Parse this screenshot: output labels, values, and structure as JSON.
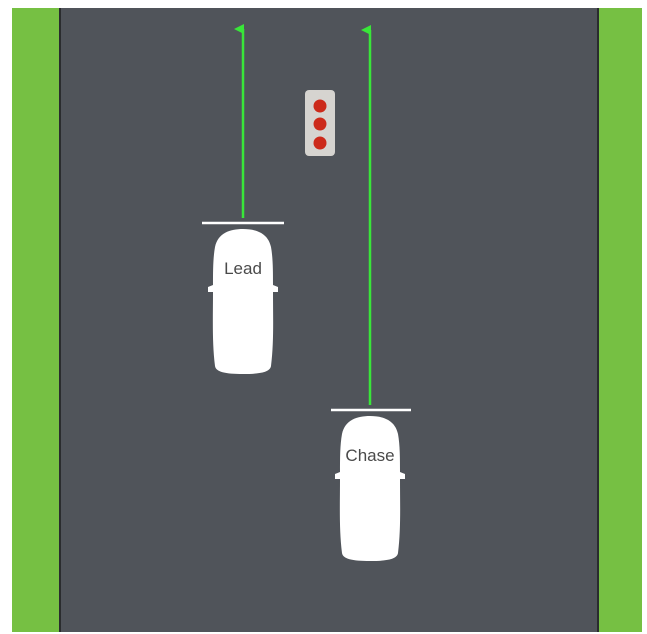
{
  "colors": {
    "grass": "#76c043",
    "road": "#50545a",
    "road_edge": "#2a2c2e",
    "car_body": "#ffffff",
    "arrow": "#39e639",
    "signal_housing": "#d6d4d0",
    "signal_light": "#cc2a1a",
    "line": "#ffffff"
  },
  "cars": {
    "lead": {
      "label": "Lead"
    },
    "chase": {
      "label": "Chase"
    }
  },
  "traffic_signal": {
    "state": "red",
    "lights": 3
  },
  "icons": [
    "traffic-light-icon",
    "up-arrow-icon",
    "car-icon"
  ]
}
